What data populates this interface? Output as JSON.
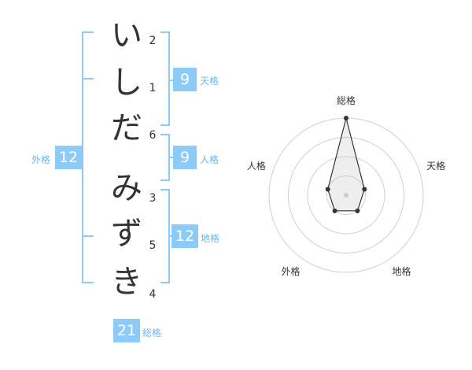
{
  "name": {
    "chars": [
      {
        "kana": "い",
        "strokes": "2"
      },
      {
        "kana": "し",
        "strokes": "1"
      },
      {
        "kana": "だ",
        "strokes": "6"
      },
      {
        "kana": "み",
        "strokes": "3"
      },
      {
        "kana": "ず",
        "strokes": "5"
      },
      {
        "kana": "き",
        "strokes": "4"
      }
    ]
  },
  "fortune": {
    "tenkaku": {
      "value": "9",
      "label": "天格"
    },
    "jinkaku": {
      "value": "9",
      "label": "人格"
    },
    "chikaku": {
      "value": "12",
      "label": "地格"
    },
    "gaikaku": {
      "value": "12",
      "label": "外格"
    },
    "soukaku": {
      "value": "21",
      "label": "総格"
    }
  },
  "chart_data": {
    "type": "radar",
    "axes": [
      "総格",
      "天格",
      "地格",
      "外格",
      "人格"
    ],
    "values": [
      4,
      1,
      1,
      1,
      1
    ],
    "rmax": 4,
    "rings": 4
  },
  "colors": {
    "accent": "#8ccbf7",
    "label": "#6ab8ee",
    "text": "#333333"
  }
}
